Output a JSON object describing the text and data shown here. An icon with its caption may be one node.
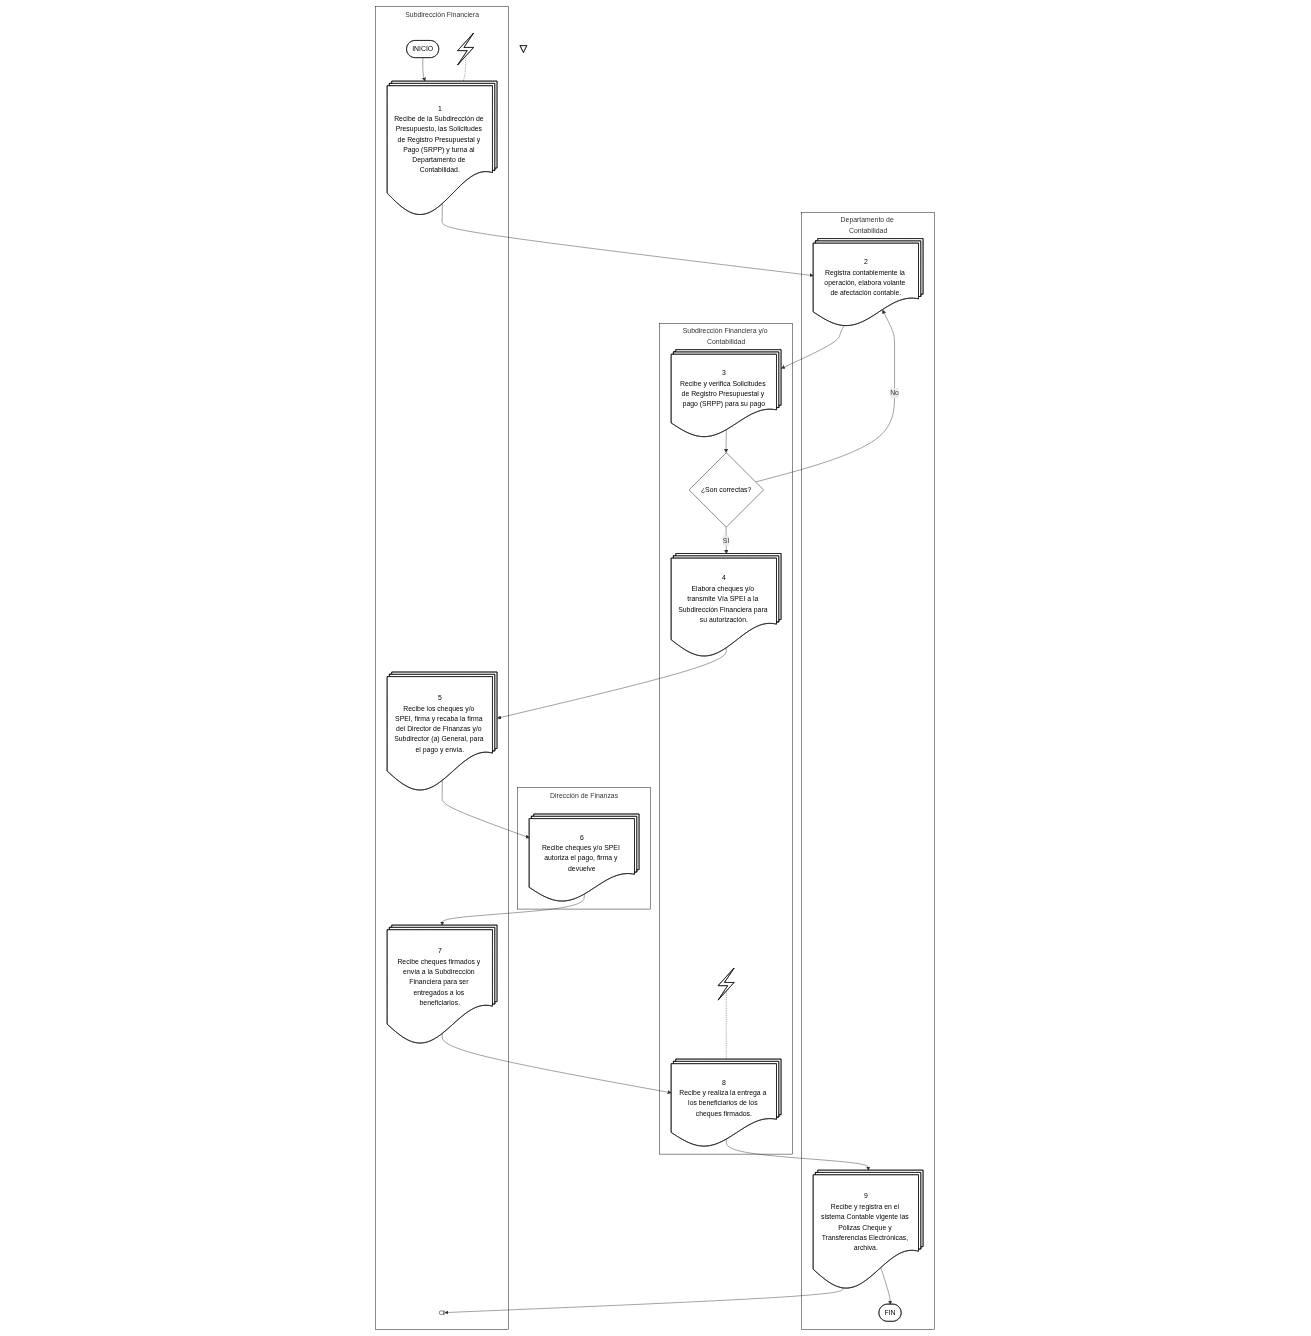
{
  "diagram": {
    "nodes": [
      {
        "text": [
          "Dirección de Finanzas"
        ]
      },
      {
        "text": [
          "Subdirección Financiera"
        ]
      },
      {
        "text": [
          "Departamento de Contabilidad"
        ]
      },
      {
        "text": [
          "Subdirección Financiera y/o Contabilidad"
        ]
      },
      {
        "text": [
          "INICIO"
        ],
        "in": 1
      },
      {
        "text": [
          "1",
          "Recibe de la Subdirección de Presupuesto, las Solicitudes de Registro Presupuestal y Pago (SRPP) y turna al Departamento de Contabilidad."
        ],
        "in": 1
      },
      {
        "text": [
          "2",
          "Registra contablemente la operación, elabora volante de afectación contable."
        ],
        "in": 2
      },
      {
        "text": [
          "3",
          "Recibe y verifica Solicitudes de Registro Presupuestal y pago (SRPP) para su pago"
        ],
        "in": 3
      },
      {
        "text": [
          "¿Son correctas?"
        ],
        "in": 3
      },
      {
        "text": [
          "4",
          "Elabora cheques y/o transmite Vía SPEI a la Subdirección Financiera para su autorización."
        ],
        "in": 3
      },
      {
        "text": [
          "5",
          "Recibe los cheques y/o SPEI, firma y recaba la firma del Director de Finanzas y/o Subdirector (a) General, para el pago y envía."
        ],
        "in": 1
      },
      {
        "text": [
          "6",
          "Recibe cheques y/o SPEI autoriza el pago, firma y devuelve"
        ],
        "in": 0
      },
      {
        "text": [
          "7",
          "Recibe cheques firmados y envía a la Subdirección Financiera para ser entregados a los beneficiarios."
        ],
        "in": 1
      },
      {
        "text": [
          "8",
          "Recibe y realiza la entrega a los beneficiarios de los cheques firmados."
        ],
        "in": 3
      },
      {
        "text": [
          "9",
          "Recibe y registra en el sistema Contable vigente las Pólizas Cheque y Transferencias Electrónicas, archiva."
        ],
        "in": 2
      },
      {
        "text": [
          "FIN"
        ],
        "in": 2
      },
      {
        "text": [],
        "shape": "cylinder",
        "in": 1
      },
      {
        "text": [],
        "shape": "triangle"
      },
      {
        "text": [],
        "shape": "lightning",
        "in": 1
      },
      {
        "text": [],
        "shape": "lightning",
        "in": 3
      }
    ],
    "edges": [
      {
        "from": 4,
        "to": 5,
        "arrow": "to"
      },
      {
        "from": 5,
        "to": 6,
        "arrow": "to"
      },
      {
        "from": 6,
        "to": 7,
        "arrow": "to"
      },
      {
        "from": 7,
        "to": 8,
        "arrow": "to"
      },
      {
        "from": 8,
        "to": 6,
        "arrow": "to",
        "label": "No"
      },
      {
        "from": 8,
        "to": 9,
        "arrow": "to",
        "label": "SI"
      },
      {
        "from": 9,
        "to": 10,
        "arrow": "to"
      },
      {
        "from": 10,
        "to": 11,
        "arrow": "to"
      },
      {
        "from": 11,
        "to": 12,
        "arrow": "to"
      },
      {
        "from": 12,
        "to": 13,
        "arrow": "to"
      },
      {
        "from": 13,
        "to": 14,
        "arrow": "to"
      },
      {
        "from": 14,
        "to": 16,
        "arrow": "to"
      },
      {
        "from": 14,
        "to": 15,
        "arrow": "to"
      },
      {
        "from": 18,
        "to": 5,
        "arrow": "none",
        "style": "dashed"
      },
      {
        "from": 19,
        "to": 13,
        "arrow": "none",
        "style": "dashed"
      }
    ]
  }
}
